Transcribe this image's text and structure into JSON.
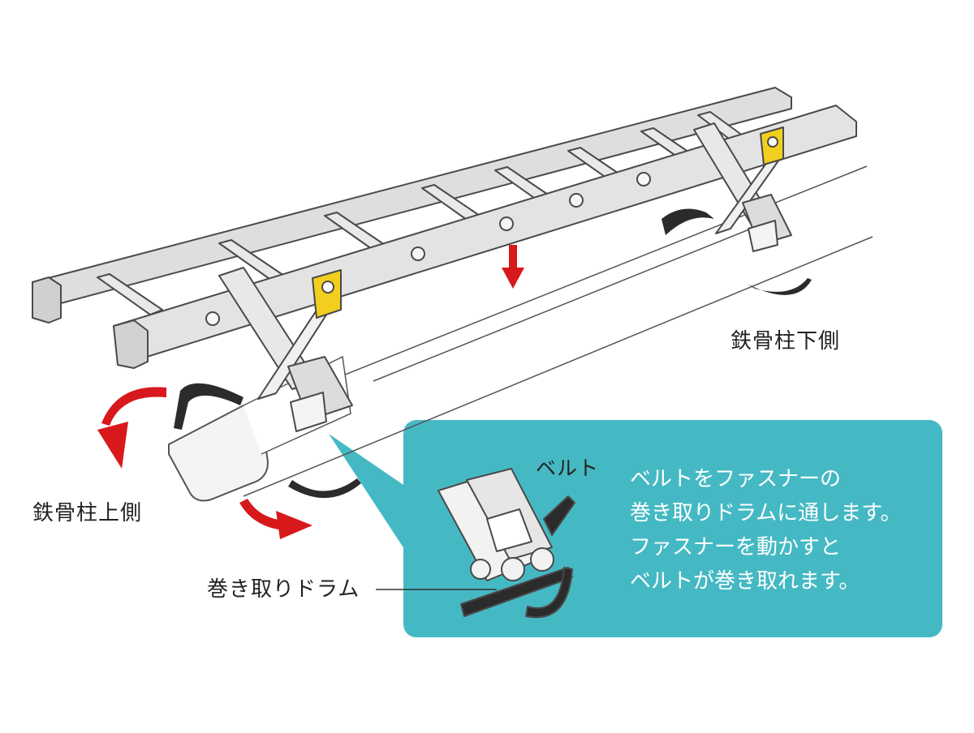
{
  "labels": {
    "column_lower": "鉄骨柱下側",
    "column_upper": "鉄骨柱上側",
    "winding_drum": "巻き取りドラム",
    "belt": "ベルト"
  },
  "callout": {
    "lines": [
      "ベルトをファスナーの",
      "巻き取りドラムに通します。",
      "ファスナーを動かすと",
      "ベルトが巻き取れます。"
    ]
  },
  "colors": {
    "callout_bg": "#45b9c3",
    "arrow_red": "#d7191c",
    "ladder_fill": "#dedede",
    "ladder_stroke": "#4a4a4a",
    "belt": "#2b2b2b",
    "bracket_yellow": "#f2cf1e"
  }
}
